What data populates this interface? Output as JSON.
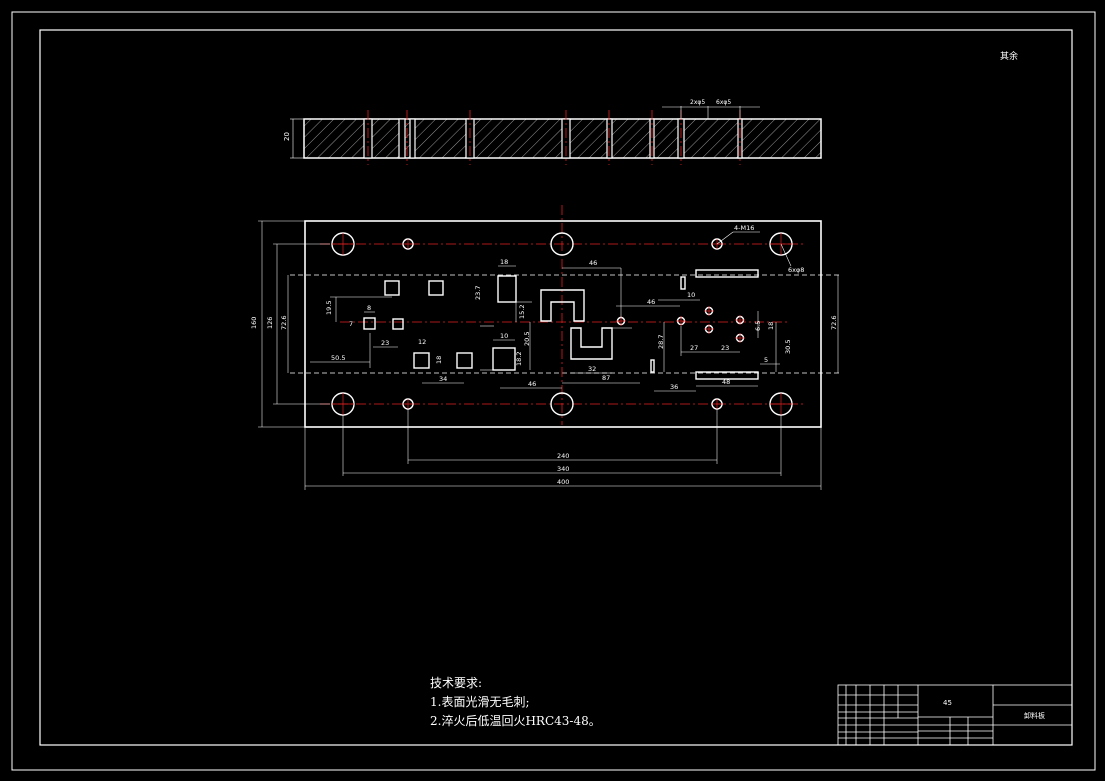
{
  "drawing": {
    "corner_mark": "其余",
    "section_marks": [
      "2xφ5",
      "6xφ5"
    ],
    "section_thickness": "20",
    "dimensions": {
      "overall_length": "400",
      "bolt_span": "340",
      "pin_span": "240",
      "overall_height": "160",
      "height_inner_1": "126",
      "height_inner_2": "72.6",
      "height_right": "72.6",
      "left_offset_1": "50.5",
      "left_offset_2": "23",
      "left_small_1": "8",
      "left_small_2": "7",
      "left_small_3": "19.5",
      "lower_left_1": "34",
      "lower_left_2": "12",
      "lower_left_3": "18",
      "center_1": "46",
      "center_2": "87",
      "center_3": "32",
      "center_4": "46",
      "center_5": "15.2",
      "center_6": "20.5",
      "center_7": "23.7",
      "center_8": "18",
      "center_9": "18.2",
      "center_10": "10",
      "center_11": "46",
      "right_1": "36",
      "right_2": "48",
      "right_3": "27",
      "right_4": "23",
      "right_5": "18",
      "right_6": "30.5",
      "right_7": "5",
      "right_8": "28.7",
      "right_9": "10",
      "right_10": "6.5",
      "hole_note_1": "4-M16",
      "hole_note_2": "6xφ8"
    }
  },
  "technical_requirements": {
    "heading": "技术要求:",
    "items": [
      "1.表面光滑无毛刺;",
      "2.淬火后低温回火HRC43-48。"
    ]
  },
  "title_block": {
    "material": "45",
    "part_name": "卸料板"
  }
}
